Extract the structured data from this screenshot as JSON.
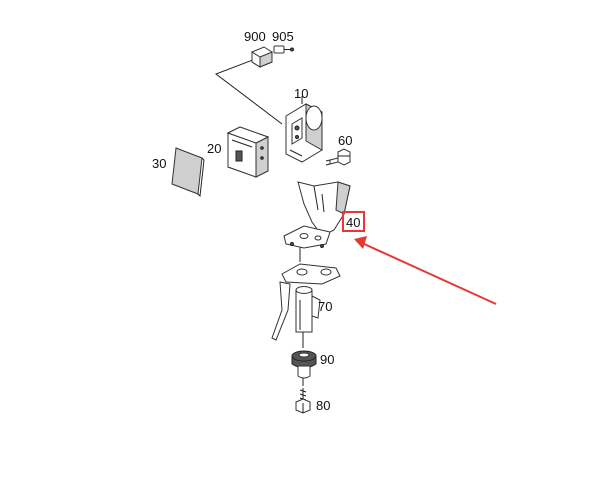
{
  "parts": [
    {
      "id": "p900",
      "number": "900"
    },
    {
      "id": "p905",
      "number": "905"
    },
    {
      "id": "p10",
      "number": "10"
    },
    {
      "id": "p20",
      "number": "20"
    },
    {
      "id": "p30",
      "number": "30"
    },
    {
      "id": "p60",
      "number": "60"
    },
    {
      "id": "p40",
      "number": "40"
    },
    {
      "id": "p70",
      "number": "70"
    },
    {
      "id": "p90",
      "number": "90"
    },
    {
      "id": "p80",
      "number": "80"
    }
  ],
  "highlight": {
    "part": "40",
    "color": "#e53935"
  }
}
